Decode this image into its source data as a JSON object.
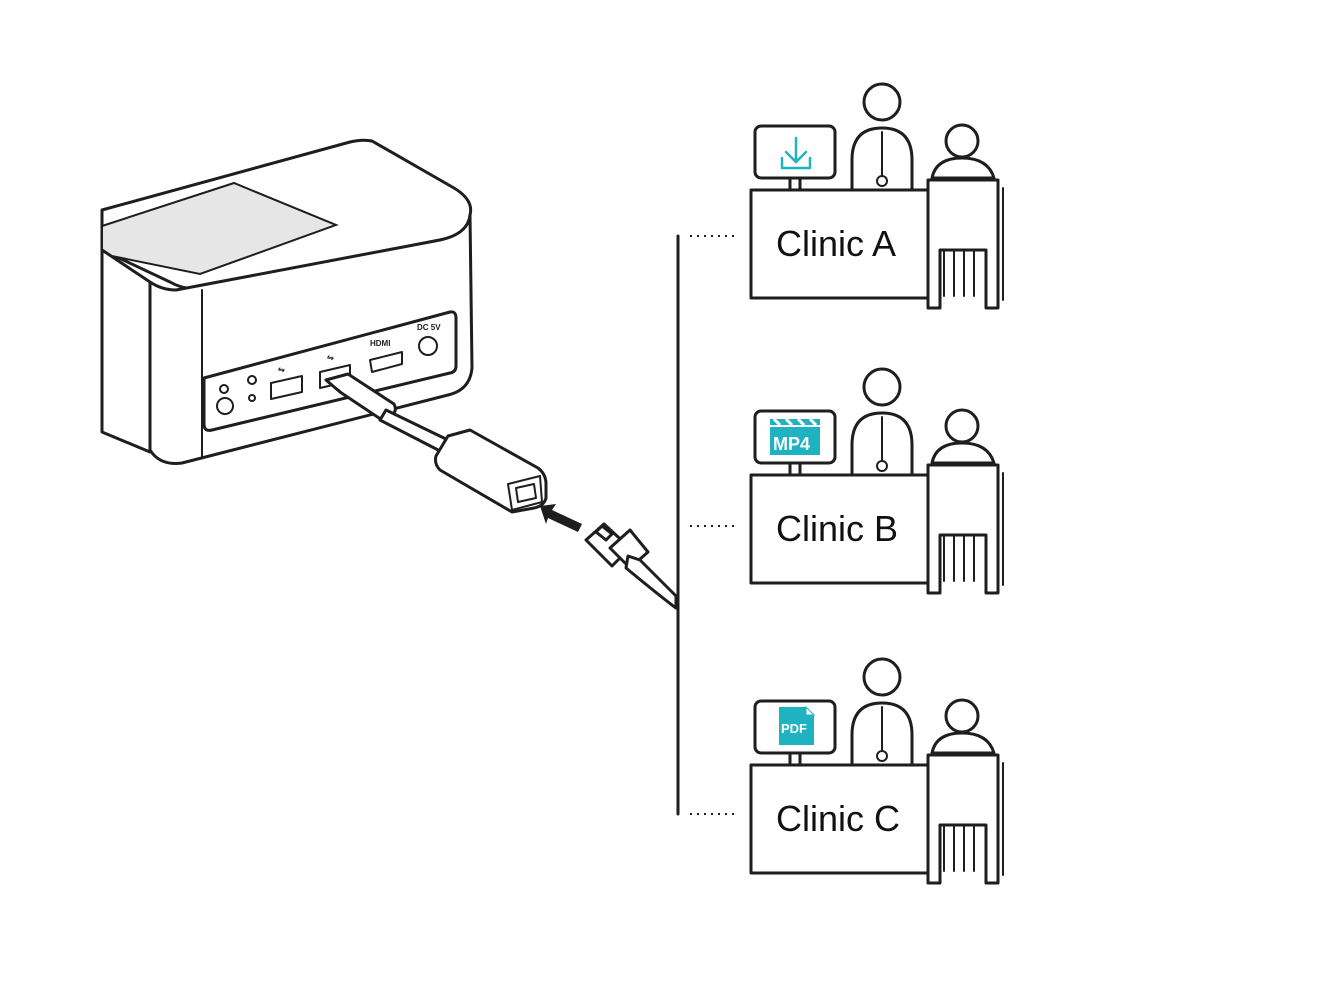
{
  "accent_color": "#1fb3c2",
  "device": {
    "ports": {
      "hdmi_label": "HDMI",
      "dc_label": "DC 5V"
    }
  },
  "clinics": [
    {
      "label": "Clinic A",
      "screen_icon": "download-icon"
    },
    {
      "label": "Clinic B",
      "screen_icon": "mp4-video-icon",
      "badge": "MP4"
    },
    {
      "label": "Clinic C",
      "screen_icon": "pdf-document-icon",
      "badge": "PDF"
    }
  ]
}
